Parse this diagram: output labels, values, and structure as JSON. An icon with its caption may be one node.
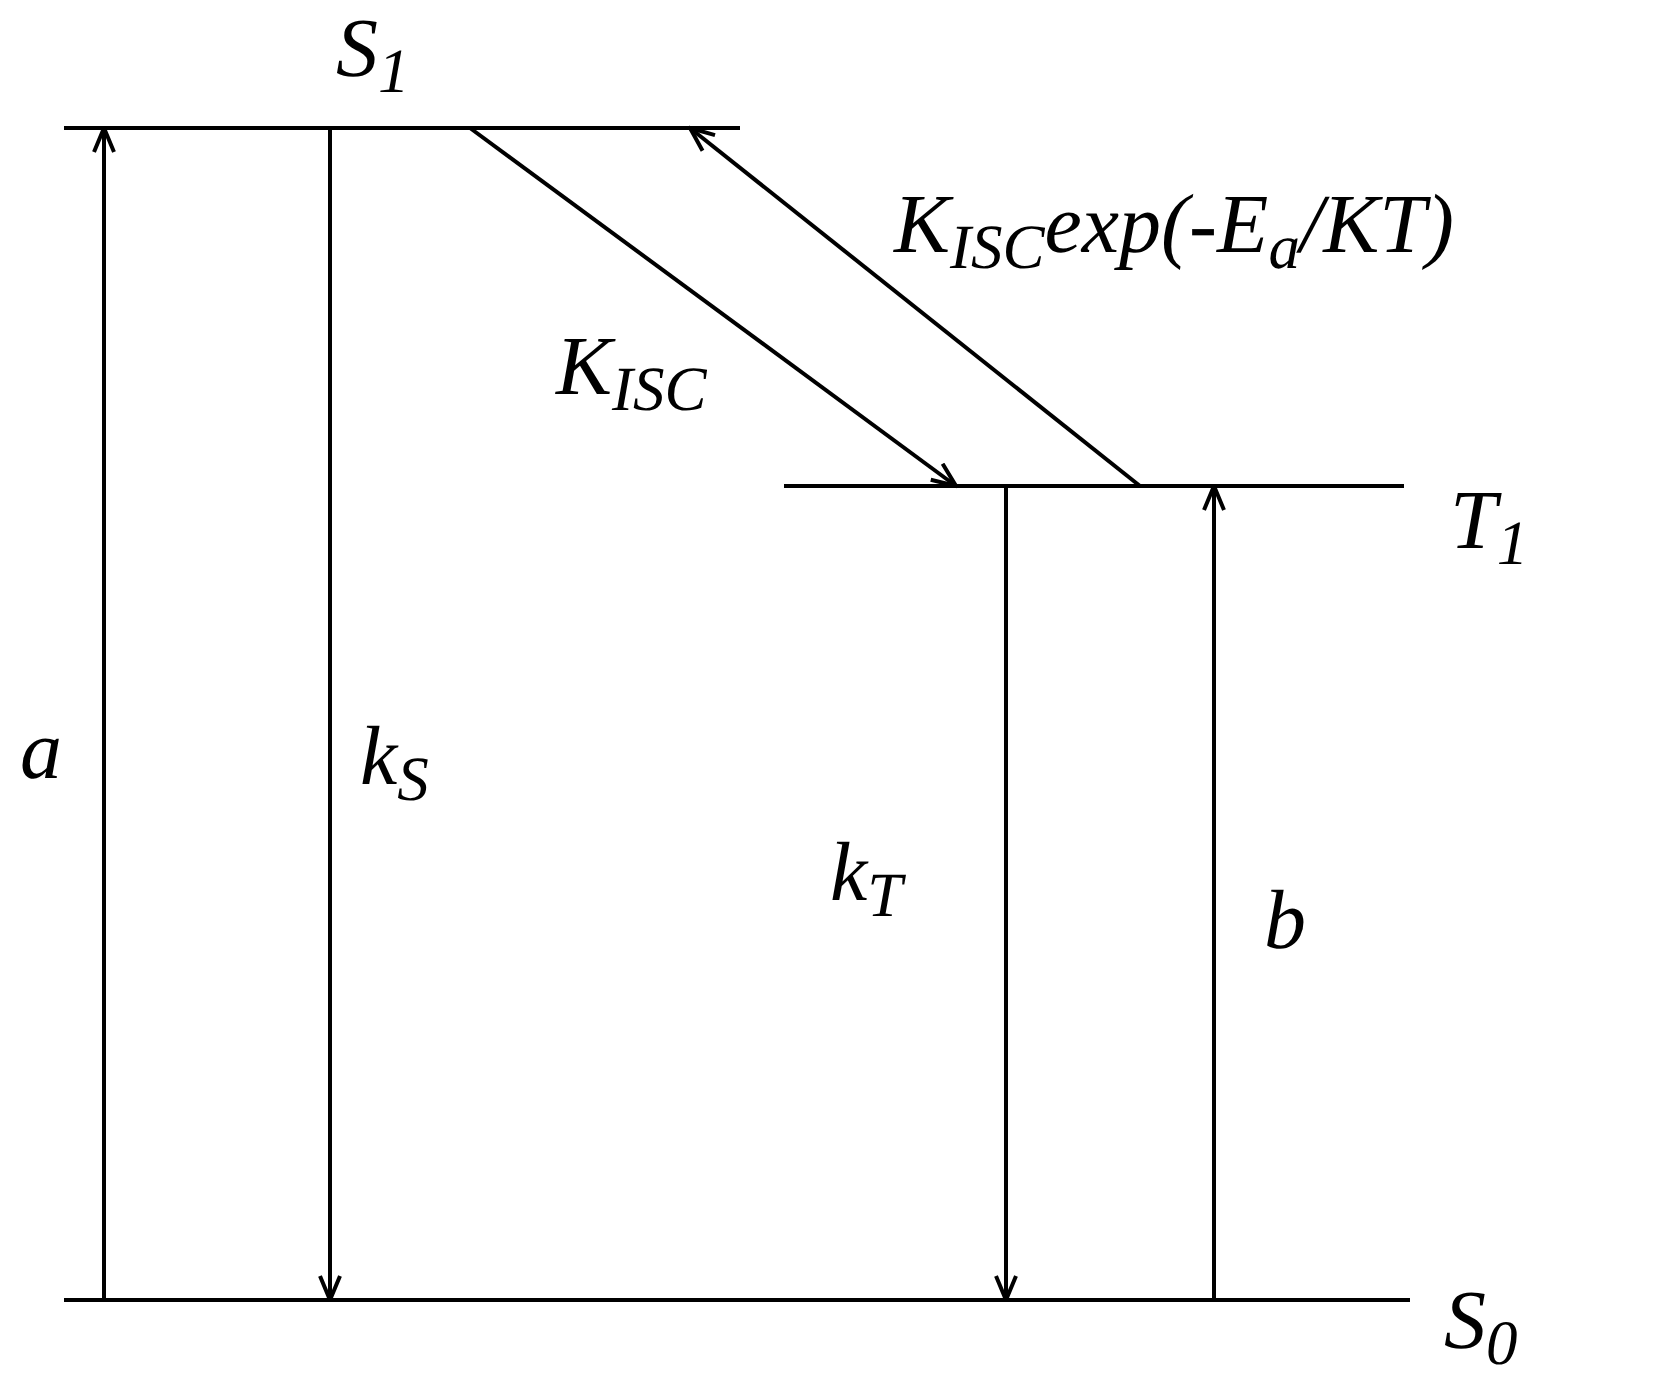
{
  "diagram": {
    "nodes": [
      {
        "text": [
          "S$_{1}$"
        ]
      },
      {
        "text": [
          "T$_{1}$"
        ]
      },
      {
        "text": [
          "S$_{0}$"
        ]
      }
    ],
    "edges": [
      {
        "from": 2,
        "to": 0,
        "arrow": "to",
        "label": "a"
      },
      {
        "from": 0,
        "to": 2,
        "arrow": "to",
        "label": "k$_{S}$"
      },
      {
        "from": 0,
        "to": 1,
        "arrow": "to",
        "label": "K$_{ISC}$"
      },
      {
        "from": 1,
        "to": 0,
        "arrow": "to",
        "label": "K$_{ISC}$exp(-E$_{a}$/KT)"
      },
      {
        "from": 1,
        "to": 2,
        "arrow": "to",
        "label": "k$_{T}$"
      },
      {
        "from": 2,
        "to": 1,
        "arrow": "to",
        "label": "b"
      }
    ]
  }
}
